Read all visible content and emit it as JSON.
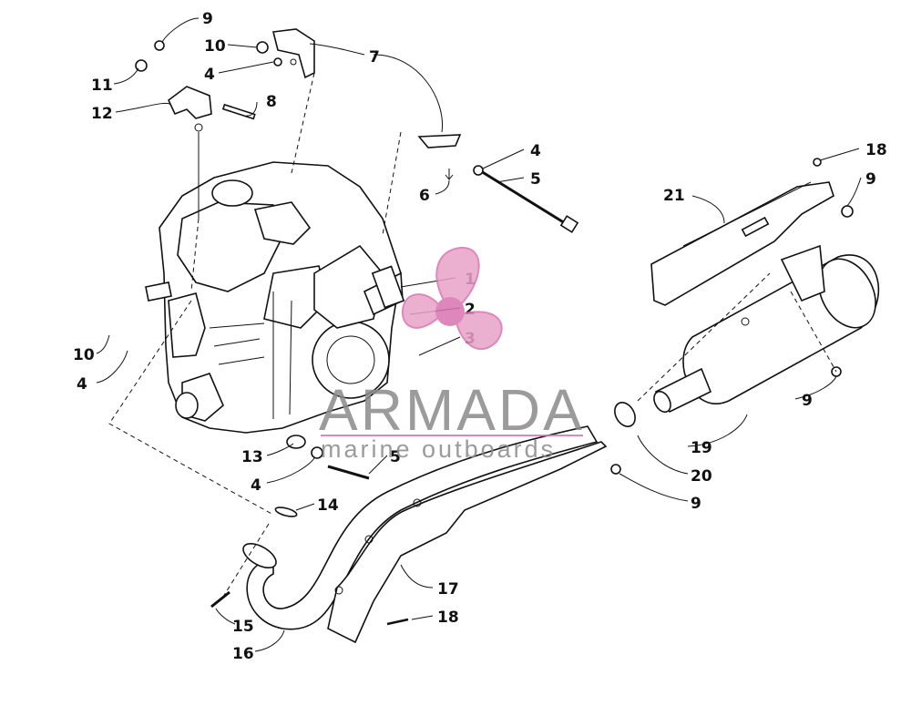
{
  "watermark": {
    "brand": "ARMADA",
    "tagline": "marine outboards",
    "brand_color": "#8a8a8a",
    "logo_color": "#e8a3c8",
    "logo_color_dark": "#d973b2"
  },
  "callouts": [
    {
      "id": "c9a",
      "label": "9"
    },
    {
      "id": "c10a",
      "label": "10"
    },
    {
      "id": "c4a",
      "label": "4"
    },
    {
      "id": "c7",
      "label": "7"
    },
    {
      "id": "c11",
      "label": "11"
    },
    {
      "id": "c12",
      "label": "12"
    },
    {
      "id": "c8",
      "label": "8"
    },
    {
      "id": "c4b",
      "label": "4"
    },
    {
      "id": "c5a",
      "label": "5"
    },
    {
      "id": "c6",
      "label": "6"
    },
    {
      "id": "c18a",
      "label": "18"
    },
    {
      "id": "c9b",
      "label": "9"
    },
    {
      "id": "c21",
      "label": "21"
    },
    {
      "id": "c1",
      "label": "1"
    },
    {
      "id": "c2",
      "label": "2"
    },
    {
      "id": "c3",
      "label": "3"
    },
    {
      "id": "c10b",
      "label": "10"
    },
    {
      "id": "c4c",
      "label": "4"
    },
    {
      "id": "c9c",
      "label": "9"
    },
    {
      "id": "c13",
      "label": "13"
    },
    {
      "id": "c4d",
      "label": "4"
    },
    {
      "id": "c5b",
      "label": "5"
    },
    {
      "id": "c19",
      "label": "19"
    },
    {
      "id": "c20",
      "label": "20"
    },
    {
      "id": "c9d",
      "label": "9"
    },
    {
      "id": "c14",
      "label": "14"
    },
    {
      "id": "c17",
      "label": "17"
    },
    {
      "id": "c15",
      "label": "15"
    },
    {
      "id": "c18b",
      "label": "18"
    },
    {
      "id": "c16",
      "label": "16"
    }
  ]
}
